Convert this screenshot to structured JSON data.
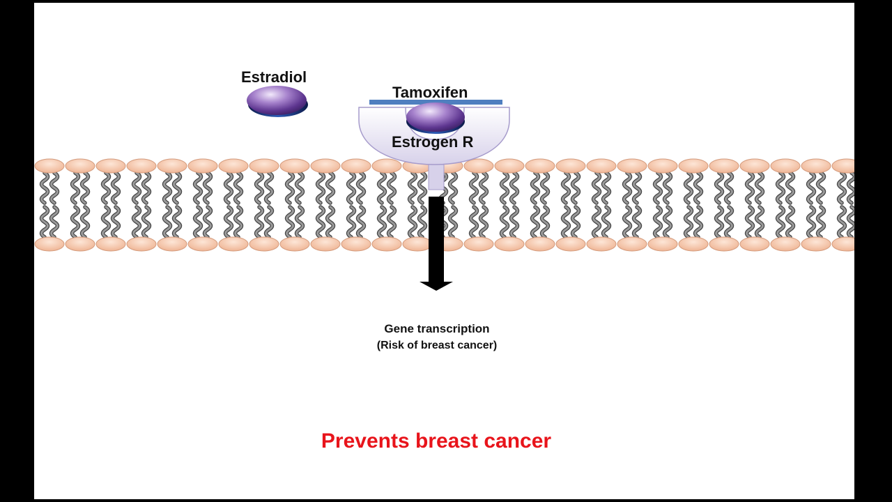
{
  "labels": {
    "estradiol": "Estradiol",
    "tamoxifen": "Tamoxifen",
    "receptor": "Estrogen R",
    "outcome_line1": "Gene transcription",
    "outcome_line2": "(Risk of breast cancer)",
    "result": "Prevents breast cancer"
  },
  "colors": {
    "background": "#ffffff",
    "frame": "#000000",
    "phospholipid_head": "#f6c9ad",
    "phospholipid_head_edge": "#d39a7c",
    "lipid_tail": "#6e6e6e",
    "receptor_fill": "#d7d1ea",
    "receptor_edge": "#a69bcb",
    "estradiol_molecule": "#7a4fa3",
    "tamoxifen_bar": "#4f7fbf",
    "arrow": "#000000",
    "result_text": "#e8141b"
  }
}
